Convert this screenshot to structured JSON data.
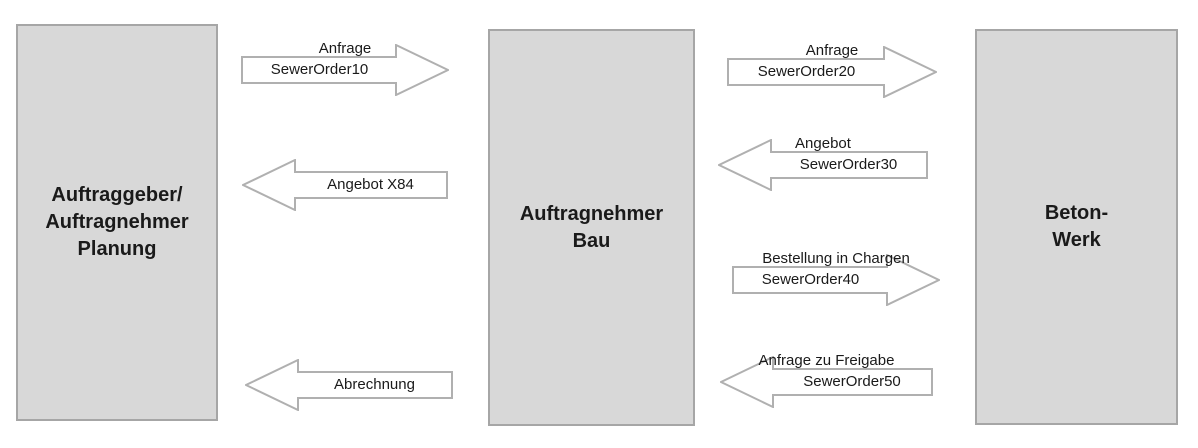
{
  "boxes": [
    {
      "id": "auftraggeber-auftragnehmer-planung",
      "label": "Auftraggeber/\nAuftragnehmer\nPlanung"
    },
    {
      "id": "auftragnehmer-bau",
      "label": "Auftragnehmer\nBau"
    },
    {
      "id": "beton-werk",
      "label": "Beton-\nWerk"
    }
  ],
  "arrows": [
    {
      "from": "auftraggeber-auftragnehmer-planung",
      "to": "auftragnehmer-bau",
      "direction": "right",
      "label_above": "Anfrage",
      "label_inside": "SewerOrder10"
    },
    {
      "from": "auftragnehmer-bau",
      "to": "auftraggeber-auftragnehmer-planung",
      "direction": "left",
      "label_above": "",
      "label_inside": "Angebot X84"
    },
    {
      "from": "auftragnehmer-bau",
      "to": "auftraggeber-auftragnehmer-planung",
      "direction": "left",
      "label_above": "",
      "label_inside": "Abrechnung"
    },
    {
      "from": "auftragnehmer-bau",
      "to": "beton-werk",
      "direction": "right",
      "label_above": "Anfrage",
      "label_inside": "SewerOrder20"
    },
    {
      "from": "beton-werk",
      "to": "auftragnehmer-bau",
      "direction": "left",
      "label_above": "Angebot",
      "label_inside": "SewerOrder30"
    },
    {
      "from": "auftragnehmer-bau",
      "to": "beton-werk",
      "direction": "right",
      "label_above": "Bestellung in Chargen",
      "label_inside": "SewerOrder40"
    },
    {
      "from": "beton-werk",
      "to": "auftragnehmer-bau",
      "direction": "left",
      "label_above": "Anfrage zu Freigabe",
      "label_inside": "SewerOrder50"
    }
  ],
  "colors": {
    "background": "#ffffff",
    "box_fill": "#d8d8d8",
    "box_border": "#a6a6a6",
    "arrow_fill": "#ffffff",
    "arrow_stroke": "#b0b0b0",
    "text": "#1a1a1a"
  }
}
